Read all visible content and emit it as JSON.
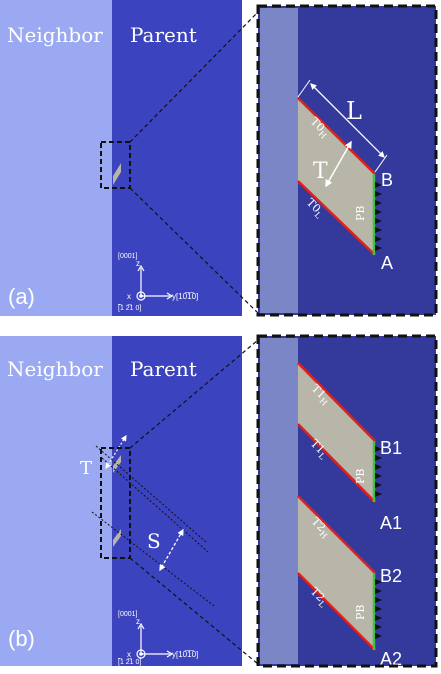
{
  "panel_a": {
    "label": "(a)",
    "neighbor_label": "Neighbor",
    "parent_label": "Parent",
    "axes": {
      "z_index": "[0001]",
      "z": "z",
      "y_index": "y[10̅1̅0]",
      "x": "x",
      "x_index": "[̅1 2̅1 0]"
    },
    "zoom": {
      "L": "L",
      "T": "T",
      "B": "B",
      "A": "A",
      "PB": "PB",
      "top_face": "T0",
      "top_face_sub": "H",
      "bottom_face": "T0",
      "bottom_face_sub": "L"
    }
  },
  "panel_b": {
    "label": "(b)",
    "neighbor_label": "Neighbor",
    "parent_label": "Parent",
    "T": "T",
    "S": "S",
    "axes": {
      "z_index": "[0001]",
      "z": "z",
      "y_index": "y[10̅1̅0]",
      "x": "x",
      "x_index": "[̅1 2̅1 0]"
    },
    "zoom": {
      "B1": "B1",
      "A1": "A1",
      "B2": "B2",
      "A2": "A2",
      "pb1": "PB",
      "pb2": "PB",
      "t1h": "T1",
      "t1h_sub": "H",
      "t1l": "T1",
      "t1l_sub": "L",
      "t2h": "T2",
      "t2h_sub": "H",
      "t2l": "T2",
      "t2l_sub": "L"
    }
  },
  "colors": {
    "neighbor": "#9aa9f2",
    "parent": "#3c43bf",
    "zoom_strip": "#7a86c5",
    "zoom_bg": "#343a9b",
    "twin": "#b8b6a8",
    "boundary_red": "#e0201c",
    "boundary_green": "#3ec43e",
    "pb_marks": "#111111"
  }
}
